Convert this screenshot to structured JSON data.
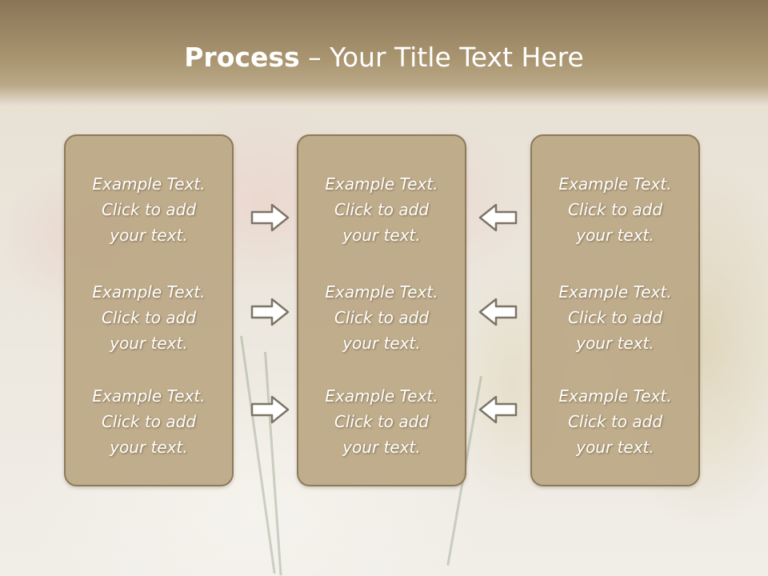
{
  "slide": {
    "title_bold": "Process",
    "title_rest": " – Your Title Text Here"
  },
  "columns": [
    {
      "items": [
        {
          "line1": "Example Text.",
          "line2": "Click  to add",
          "line3": "your text."
        },
        {
          "line1": "Example Text.",
          "line2": "Click  to add",
          "line3": "your text."
        },
        {
          "line1": "Example Text.",
          "line2": "Click  to add",
          "line3": "your text."
        }
      ]
    },
    {
      "items": [
        {
          "line1": "Example Text.",
          "line2": "Click  to add",
          "line3": "your text."
        },
        {
          "line1": "Example Text.",
          "line2": "Click  to add",
          "line3": "your text."
        },
        {
          "line1": "Example Text.",
          "line2": "Click  to add",
          "line3": "your text."
        }
      ]
    },
    {
      "items": [
        {
          "line1": "Example Text.",
          "line2": "Click  to add",
          "line3": "your text."
        },
        {
          "line1": "Example Text.",
          "line2": "Click  to add",
          "line3": "your text."
        },
        {
          "line1": "Example Text.",
          "line2": "Click  to add",
          "line3": "your text."
        }
      ]
    }
  ],
  "arrows": {
    "left_group": "arrow-right-icon",
    "right_group": "arrow-left-icon",
    "fill": "#ffffff",
    "stroke": "#7d7466"
  },
  "colors": {
    "header": "#a8946f",
    "panel": "#bba784",
    "panel_border": "#8d7a5c",
    "text": "#ffffff"
  }
}
